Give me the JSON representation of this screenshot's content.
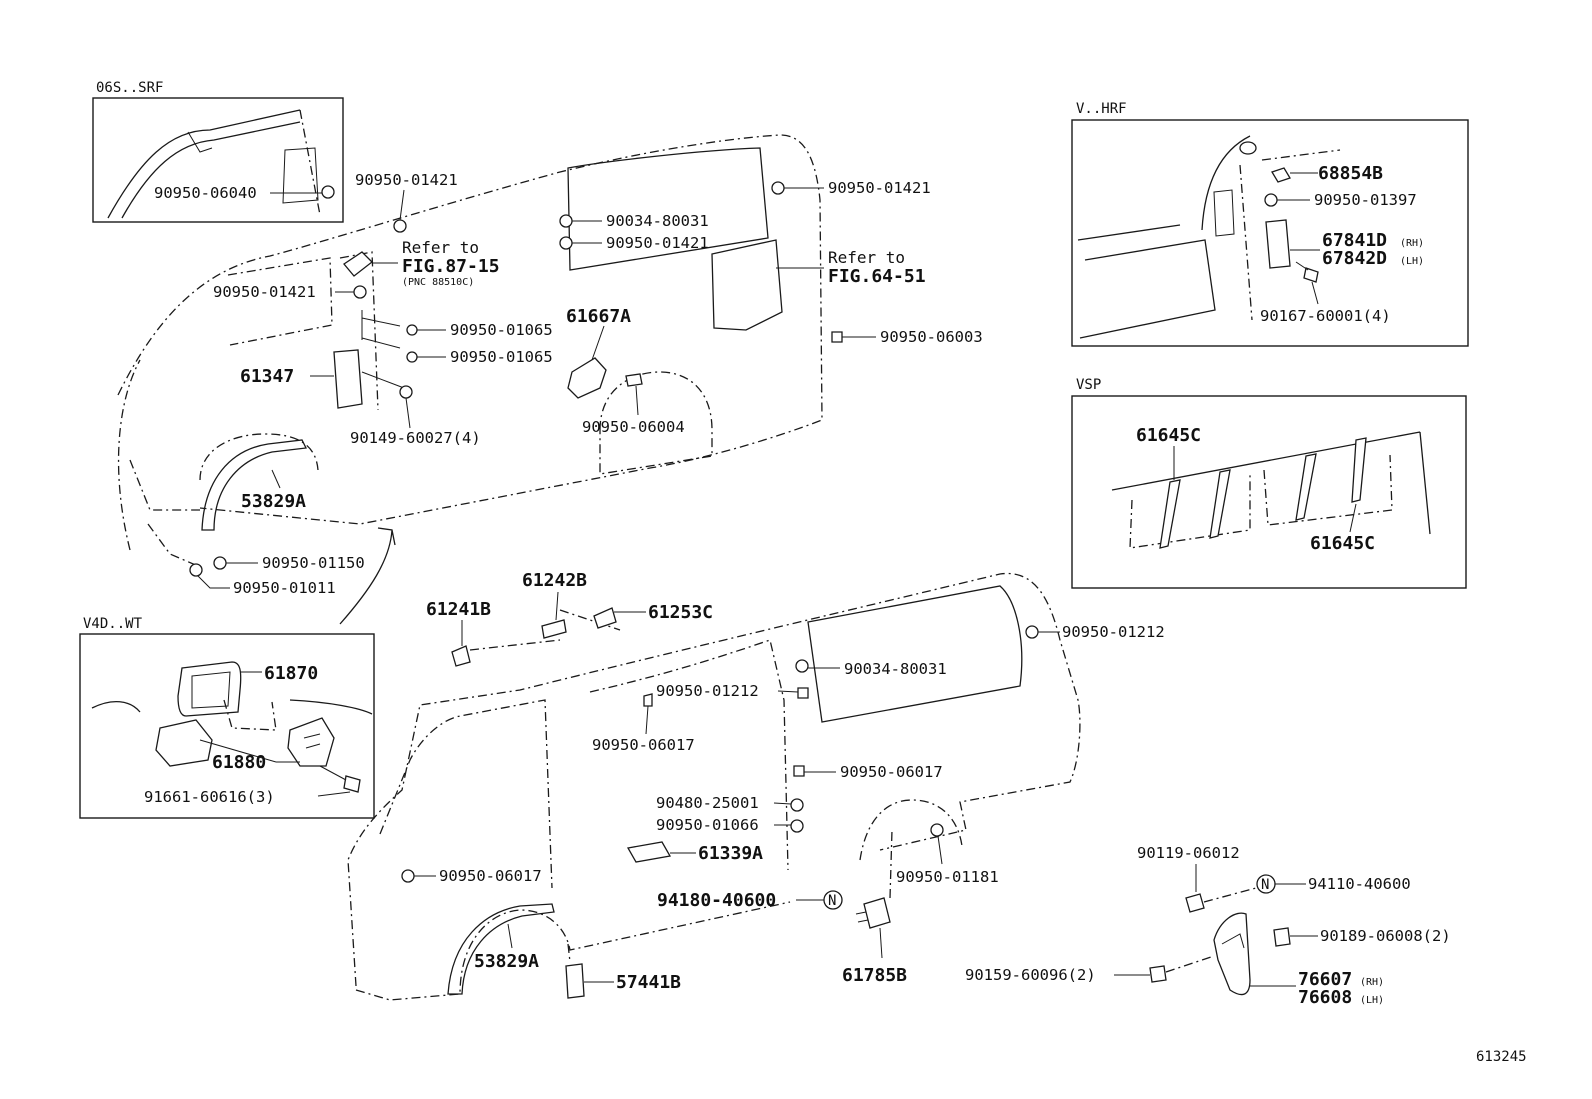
{
  "figure_number": "613245",
  "insets": {
    "srf": "06S..SRF",
    "hrf": "V..HRF",
    "vsp": "VSP",
    "wt": "V4D..WT"
  },
  "references": {
    "ref_87_label": "Refer to",
    "ref_87_fig": "FIG.87-15",
    "ref_87_pnc": "(PNC 88510C)",
    "ref_64_label": "Refer to",
    "ref_64_fig": "FIG.64-51"
  },
  "nut_marker": "N",
  "parts": {
    "p_90950_06040": "90950-06040",
    "p_90950_01421_a": "90950-01421",
    "p_90950_01421_b": "90950-01421",
    "p_90034_80031_a": "90034-80031",
    "p_90950_01421_c": "90950-01421",
    "p_90950_01421_d": "90950-01421",
    "p_90950_01065_a": "90950-01065",
    "p_90950_01065_b": "90950-01065",
    "p_61667A": "61667A",
    "p_90950_06003": "90950-06003",
    "p_61347": "61347",
    "p_90149_60027": "90149-60027(4)",
    "p_90950_06004": "90950-06004",
    "p_53829A_a": "53829A",
    "p_90950_01150": "90950-01150",
    "p_90950_01011": "90950-01011",
    "p_68854B": "68854B",
    "p_90950_01397": "90950-01397",
    "p_67841D": "67841D",
    "p_67841D_side": "(RH)",
    "p_67842D": "67842D",
    "p_67842D_side": "(LH)",
    "p_90167_60001": "90167-60001(4)",
    "p_61645C_a": "61645C",
    "p_61645C_b": "61645C",
    "p_61870": "61870",
    "p_61880": "61880",
    "p_91661_60616": "91661-60616(3)",
    "p_61241B": "61241B",
    "p_61242B": "61242B",
    "p_61253C": "61253C",
    "p_90950_01212_a": "90950-01212",
    "p_90034_80031_b": "90034-80031",
    "p_90950_01212_b": "90950-01212",
    "p_90950_06017_a": "90950-06017",
    "p_90950_06017_b": "90950-06017",
    "p_90480_25001": "90480-25001",
    "p_90950_01066": "90950-01066",
    "p_61339A": "61339A",
    "p_90950_06017_c": "90950-06017",
    "p_90950_01181": "90950-01181",
    "p_94180_40600": "94180-40600",
    "p_61785B": "61785B",
    "p_53829A_b": "53829A",
    "p_57441B": "57441B",
    "p_90119_06012": "90119-06012",
    "p_94110_40600": "94110-40600",
    "p_90189_06008": "90189-06008(2)",
    "p_90159_60096": "90159-60096(2)",
    "p_76607": "76607",
    "p_76607_side": "(RH)",
    "p_76608": "76608",
    "p_76608_side": "(LH)"
  }
}
